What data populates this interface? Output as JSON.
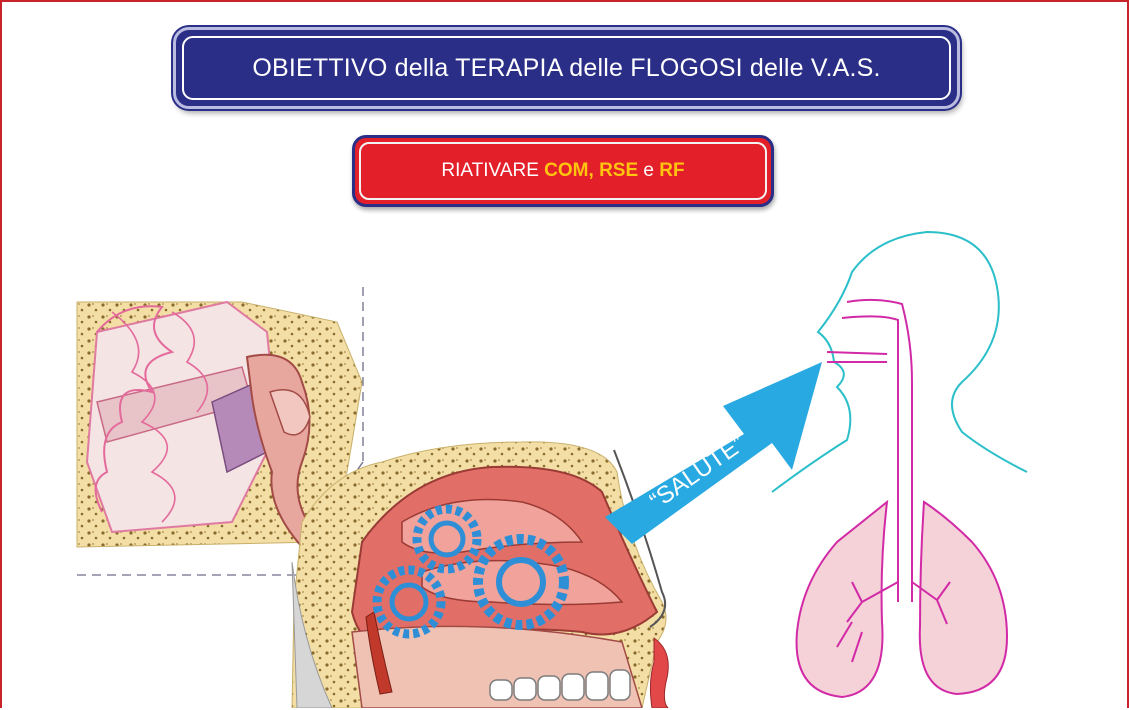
{
  "title": "OBIETTIVO della TERAPIA delle FLOGOSI delle V.A.S.",
  "subtitle": {
    "prefix": "RIATIVARE ",
    "item1": "COM",
    "sep1": ", ",
    "item2": "RSE",
    "sep2": " e ",
    "item3": "RF"
  },
  "arrow_label": "“SALUTE”",
  "colors": {
    "frame": "#c8232b",
    "title_bg": "#2a2e86",
    "subtitle_bg": "#e3202a",
    "highlight": "#ffc40f",
    "arrow": "#29a9e1",
    "gear": "#2e8fd6",
    "head_outline": "#2bbfc9",
    "airway_outline": "#d22aa6"
  },
  "icons": [
    "ear-anatomy-illustration",
    "nasal-cavity-illustration",
    "gear-icon",
    "arrow-icon",
    "human-respiratory-outline"
  ]
}
